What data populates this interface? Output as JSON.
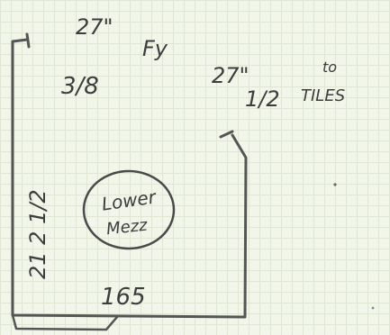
{
  "labels": {
    "top_width": "27\"",
    "top_fraction": "3/8",
    "corner_mark": "Fy",
    "right_width": "27\"",
    "right_fraction": "1/2",
    "tile_note_top": "to",
    "tile_note_bottom": "TILES",
    "left_height": "21 2 1/2",
    "bottom_width": "165",
    "oval_line1": "Lower",
    "oval_line2": "Mezz"
  }
}
